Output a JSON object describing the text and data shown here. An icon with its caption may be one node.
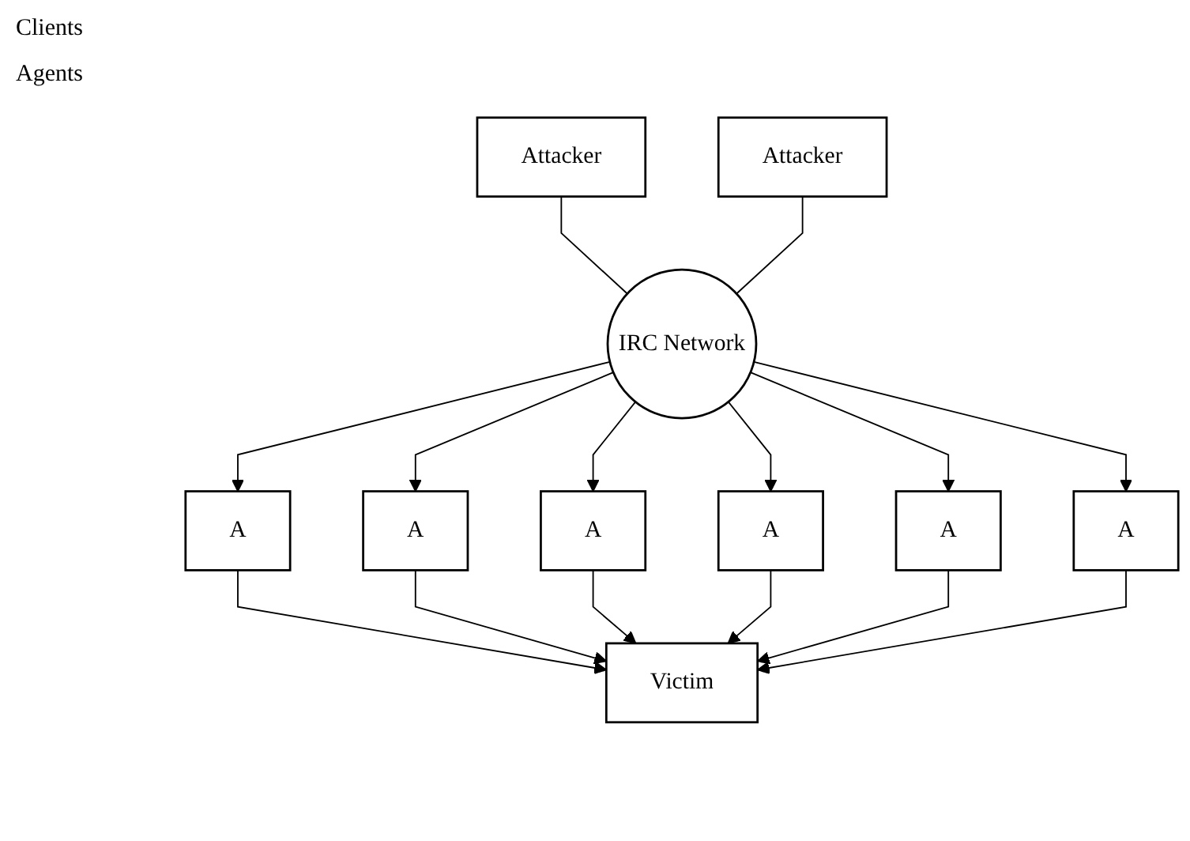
{
  "diagram": {
    "nodes": [
      {
        "text": [
          "Attacker"
        ]
      },
      {
        "text": [
          "Attacker"
        ]
      },
      {
        "text": [
          "IRC Network"
        ]
      },
      {
        "text": [
          "A"
        ]
      },
      {
        "text": [
          "A"
        ]
      },
      {
        "text": [
          "A"
        ]
      },
      {
        "text": [
          "A"
        ]
      },
      {
        "text": [
          "A"
        ]
      },
      {
        "text": [
          "A"
        ]
      },
      {
        "text": [
          "Victim"
        ]
      }
    ],
    "edges": [
      {
        "from": 0,
        "to": 2,
        "arrow": "none"
      },
      {
        "from": 1,
        "to": 2,
        "arrow": "none"
      },
      {
        "from": 2,
        "to": 3,
        "arrow": "to"
      },
      {
        "from": 2,
        "to": 4,
        "arrow": "to"
      },
      {
        "from": 2,
        "to": 5,
        "arrow": "to"
      },
      {
        "from": 2,
        "to": 6,
        "arrow": "to"
      },
      {
        "from": 2,
        "to": 7,
        "arrow": "to"
      },
      {
        "from": 2,
        "to": 8,
        "arrow": "to"
      },
      {
        "from": 3,
        "to": 9,
        "arrow": "to"
      },
      {
        "from": 4,
        "to": 9,
        "arrow": "to"
      },
      {
        "from": 5,
        "to": 9,
        "arrow": "to"
      },
      {
        "from": 6,
        "to": 9,
        "arrow": "to"
      },
      {
        "from": 7,
        "to": 9,
        "arrow": "to"
      },
      {
        "from": 8,
        "to": 9,
        "arrow": "to"
      }
    ],
    "labels": [
      "Clients",
      "Agents"
    ]
  }
}
